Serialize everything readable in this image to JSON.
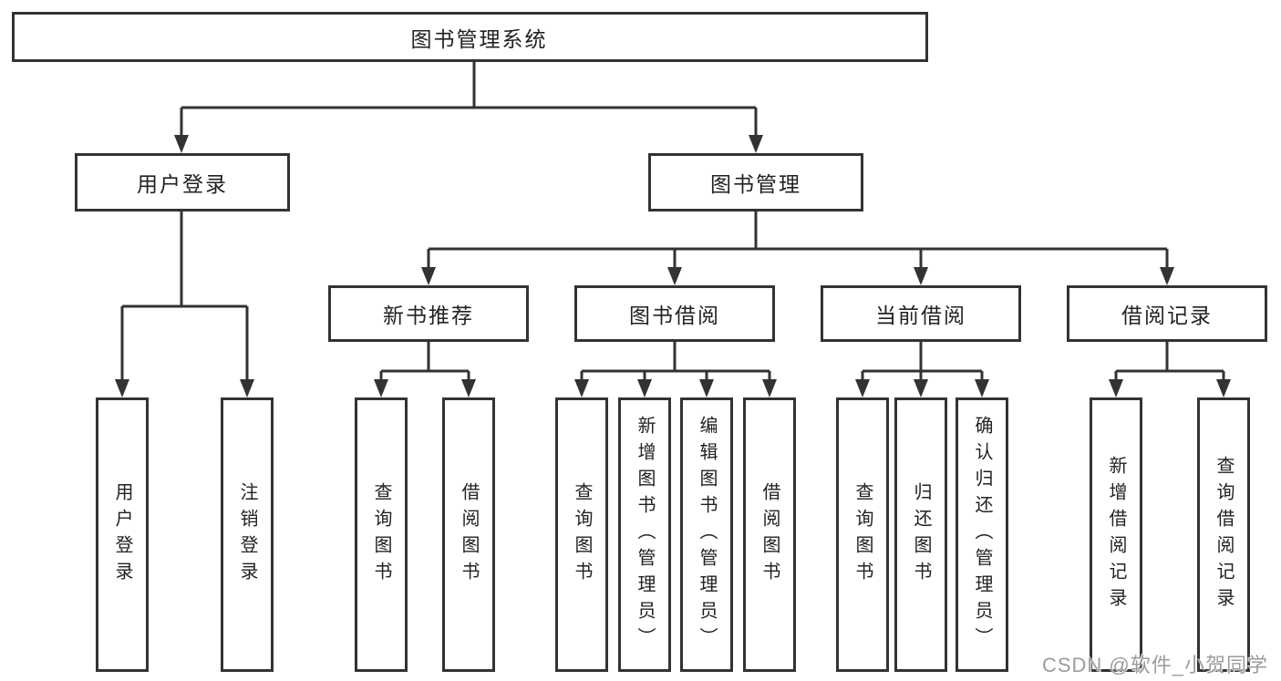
{
  "colors": {
    "line": "#333333",
    "text": "#222222",
    "background": "#ffffff",
    "watermark": "#9c9c9c"
  },
  "tree": {
    "label": "图书管理系统",
    "children": [
      {
        "label": "用户登录",
        "children": [
          {
            "label": "用户登录"
          },
          {
            "label": "注销登录"
          }
        ]
      },
      {
        "label": "图书管理",
        "children": [
          {
            "label": "新书推荐",
            "children": [
              {
                "label": "查询图书"
              },
              {
                "label": "借阅图书"
              }
            ]
          },
          {
            "label": "图书借阅",
            "children": [
              {
                "label": "查询图书"
              },
              {
                "label": "新增图书（管理员）"
              },
              {
                "label": "编辑图书（管理员）"
              },
              {
                "label": "借阅图书"
              }
            ]
          },
          {
            "label": "当前借阅",
            "children": [
              {
                "label": "查询图书"
              },
              {
                "label": "归还图书"
              },
              {
                "label": "确认归还（管理员）"
              }
            ]
          },
          {
            "label": "借阅记录",
            "children": [
              {
                "label": "新增借阅记录"
              },
              {
                "label": "查询借阅记录"
              }
            ]
          }
        ]
      }
    ]
  },
  "watermark": "CSDN @软件_小贺同学"
}
